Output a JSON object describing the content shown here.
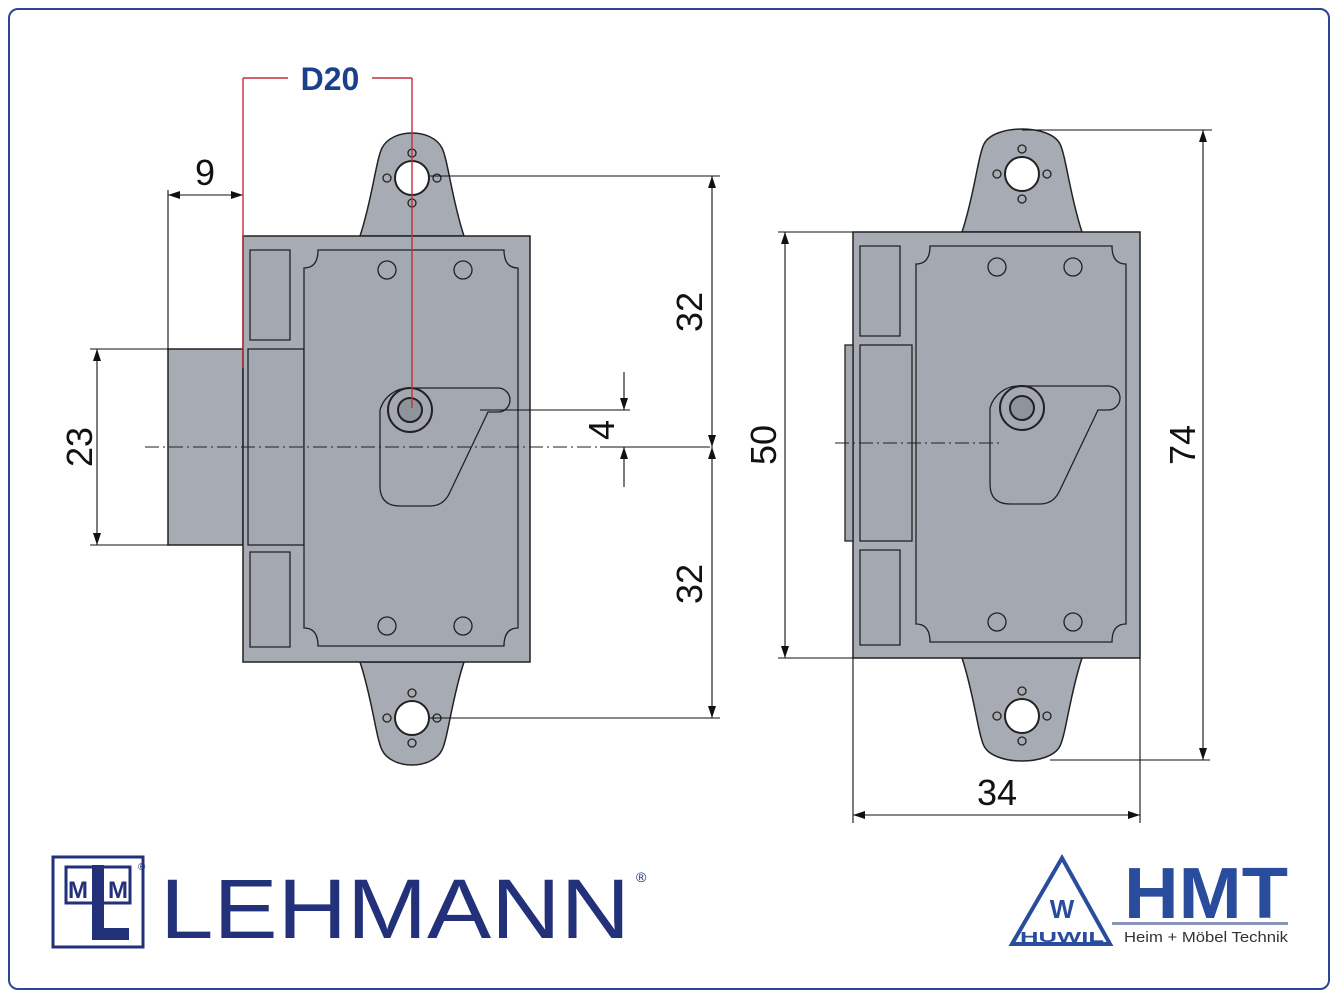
{
  "drawing": {
    "callout": "D20",
    "dimensions": {
      "bolt_offset": "9",
      "cylinder_height": "23",
      "upper_hole": "32",
      "lower_hole": "32",
      "key_offset": "4",
      "body_height": "50",
      "overall_height": "74",
      "body_width": "34"
    }
  },
  "logos": {
    "lehmann": {
      "mark": "MLM",
      "name": "LEHMANN",
      "registered": "®"
    },
    "huwil": {
      "mark": "W",
      "name": "HUWIL"
    },
    "hmt": {
      "name": "HMT",
      "tagline": "Heim + Möbel Technik"
    }
  },
  "colors": {
    "frame": "#2c4595",
    "callout": "#1c3f8c",
    "callout_line": "#c0303a",
    "part": "#a7abb4",
    "logo": "#23317a"
  }
}
